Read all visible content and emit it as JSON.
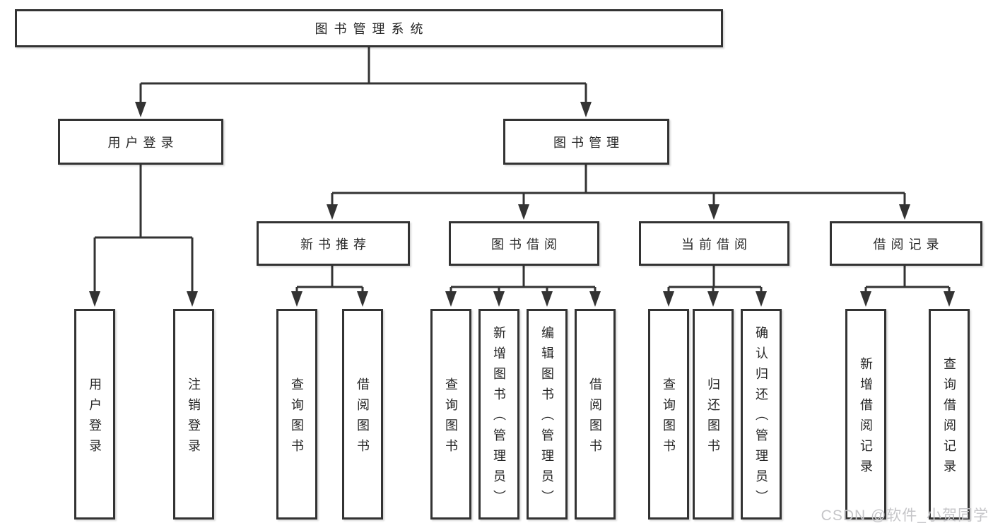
{
  "diagram": {
    "tree": {
      "label": "图书管理系统",
      "children": [
        {
          "label": "用户登录",
          "children": [
            {
              "label": "用户登录"
            },
            {
              "label": "注销登录"
            }
          ]
        },
        {
          "label": "图书管理",
          "children": [
            {
              "label": "新书推荐",
              "children": [
                {
                  "label": "查询图书"
                },
                {
                  "label": "借阅图书"
                }
              ]
            },
            {
              "label": "图书借阅",
              "children": [
                {
                  "label": "查询图书"
                },
                {
                  "label": "新增图书（管理员）"
                },
                {
                  "label": "编辑图书（管理员）"
                },
                {
                  "label": "借阅图书"
                }
              ]
            },
            {
              "label": "当前借阅",
              "children": [
                {
                  "label": "查询图书"
                },
                {
                  "label": "归还图书"
                },
                {
                  "label": "确认归还（管理员）"
                }
              ]
            },
            {
              "label": "借阅记录",
              "children": [
                {
                  "label": "新增借阅记录"
                },
                {
                  "label": "查询借阅记录"
                }
              ]
            }
          ]
        }
      ]
    }
  },
  "watermark": {
    "text": "CSDN @软件_小贺同学"
  },
  "colors": {
    "line": "#333333",
    "box_border": "#333333",
    "text": "#262626",
    "background": "#ffffff",
    "watermark": "#c5c5c8"
  }
}
